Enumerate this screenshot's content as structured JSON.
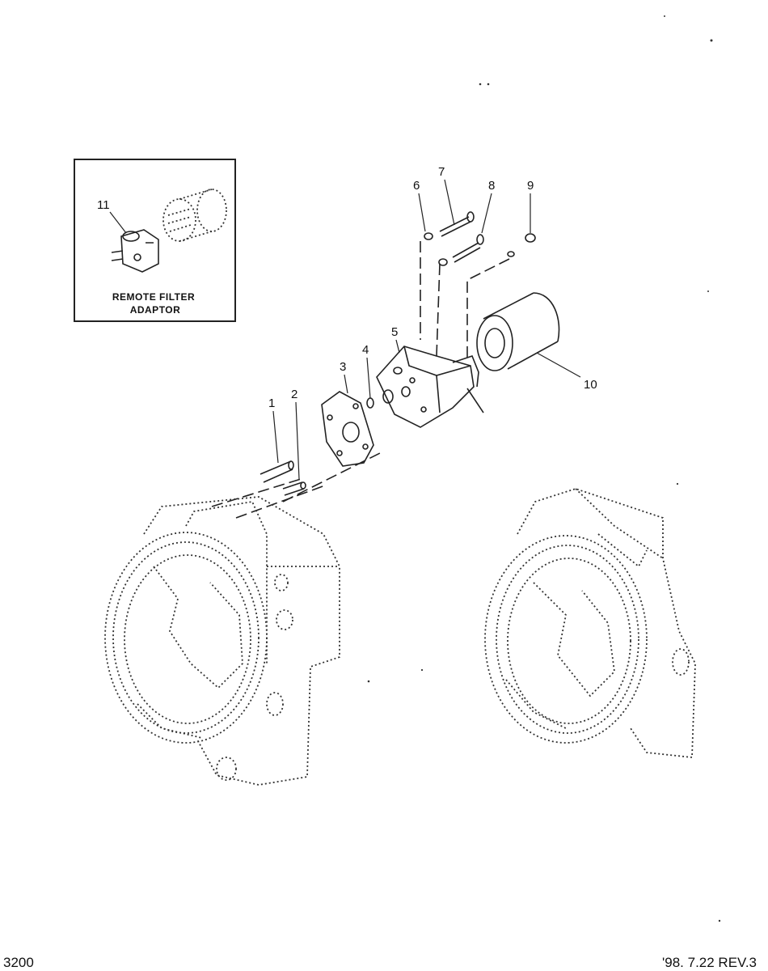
{
  "inset": {
    "caption_line1": "REMOTE FILTER",
    "caption_line2": "ADAPTOR",
    "callout": "11"
  },
  "callouts": [
    "1",
    "2",
    "3",
    "4",
    "5",
    "6",
    "7",
    "8",
    "9",
    "10"
  ],
  "footer": {
    "page_number": "3200",
    "revision": "'98. 7.22  REV.3"
  }
}
